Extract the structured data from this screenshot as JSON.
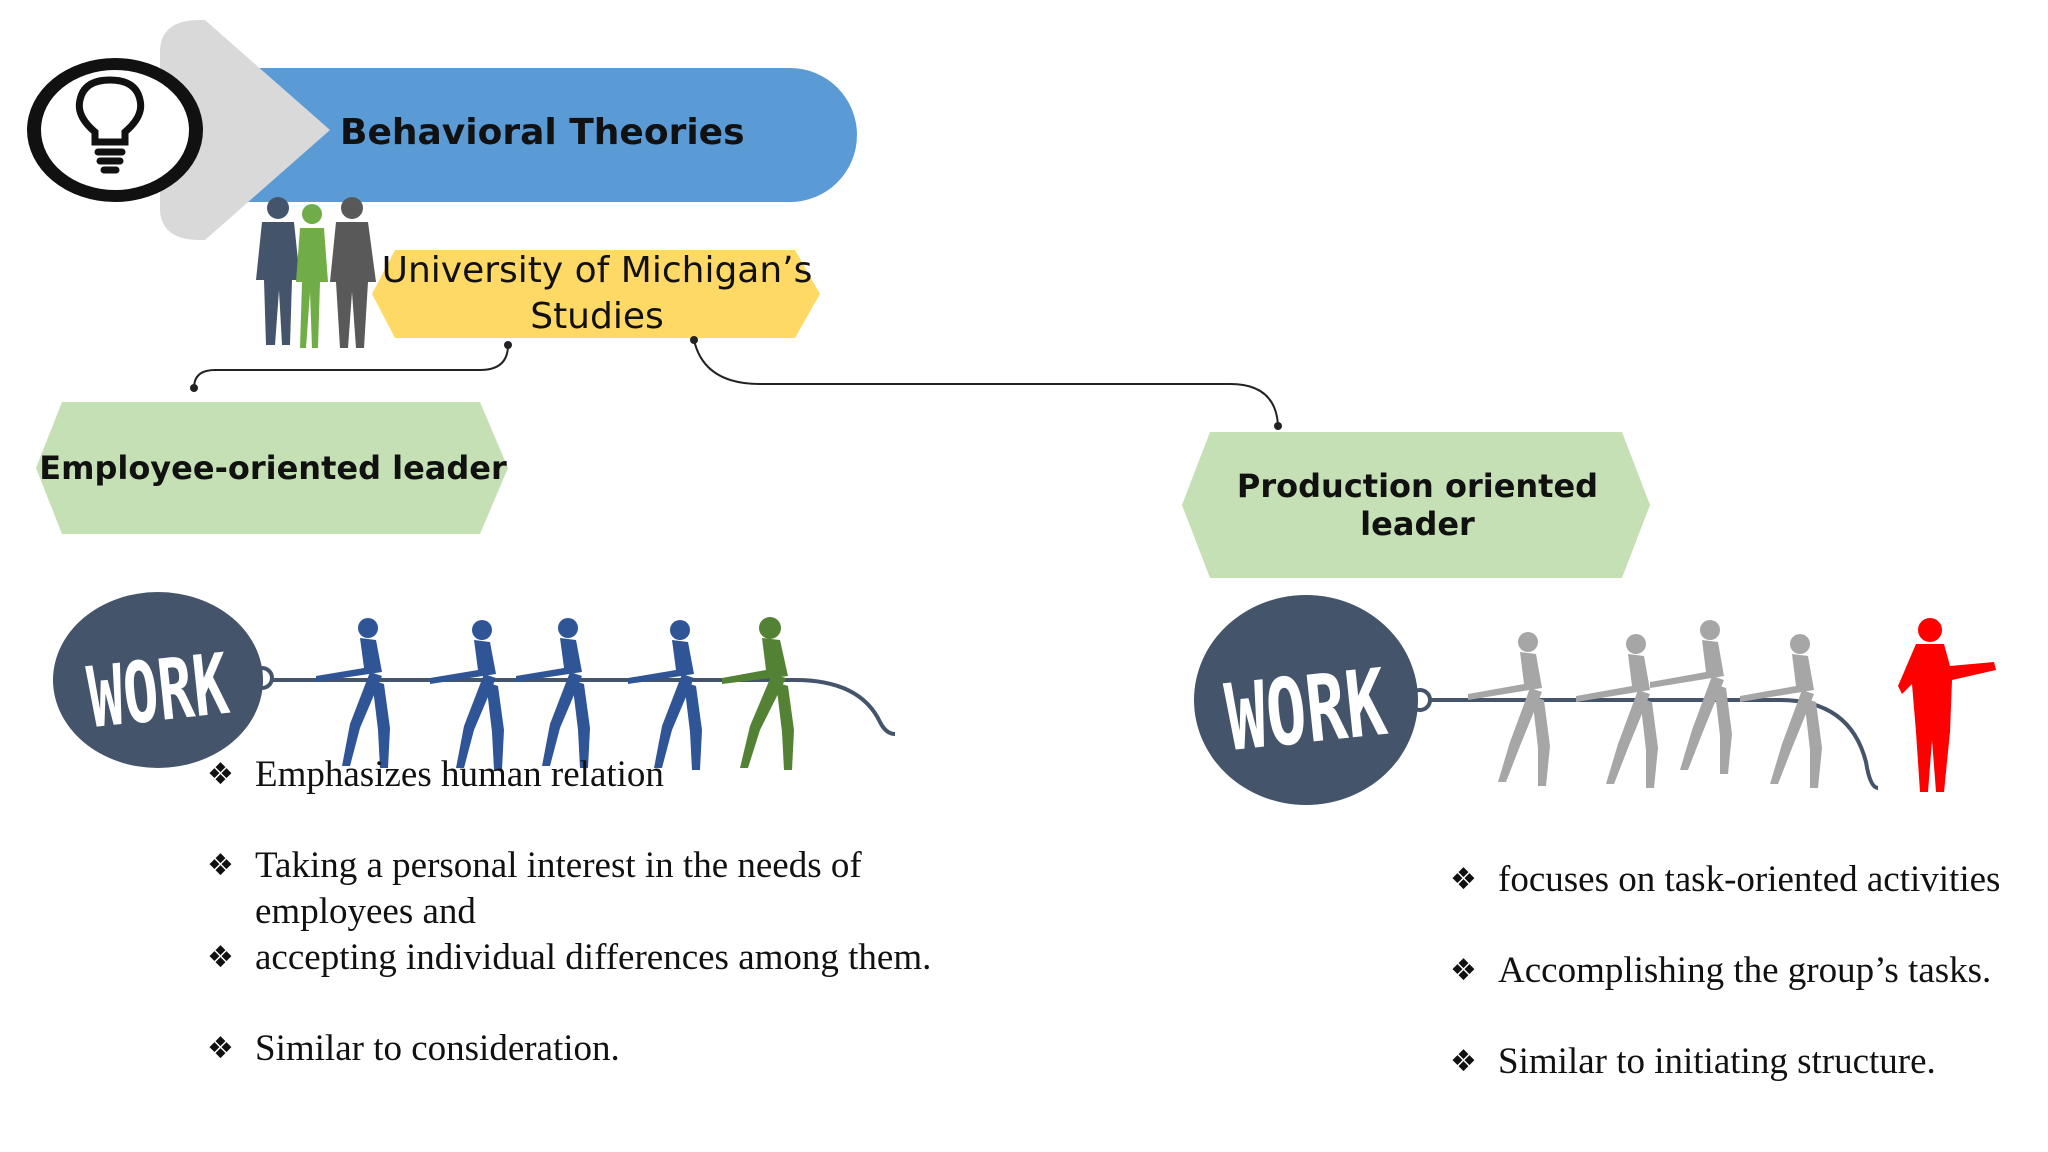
{
  "header": {
    "title": "Behavioral Theories",
    "icon": "lightbulb-icon",
    "banner_color": "#5b9bd5"
  },
  "center_node": {
    "label": "University of Michigan’s Studies",
    "color": "#ffd966"
  },
  "left_branch": {
    "label": "Employee-oriented leader",
    "color": "#c5e0b4",
    "work_label": "WORK",
    "figure_color": "#2f5597",
    "leader_color": "#548235",
    "bullets": [
      "Emphasizes human relation",
      "Taking a personal interest in the needs of employees and",
      " accepting individual differences among them.",
      "Similar to consideration."
    ]
  },
  "right_branch": {
    "label": "Production oriented leader",
    "color": "#c5e0b4",
    "work_label": "WORK",
    "figure_color": "#a6a6a6",
    "leader_color": "#ff0000",
    "bullets": [
      "focuses on task-oriented activities",
      "Accomplishing the group’s tasks.",
      "Similar to initiating structure."
    ]
  },
  "bullet_marker": "❖"
}
